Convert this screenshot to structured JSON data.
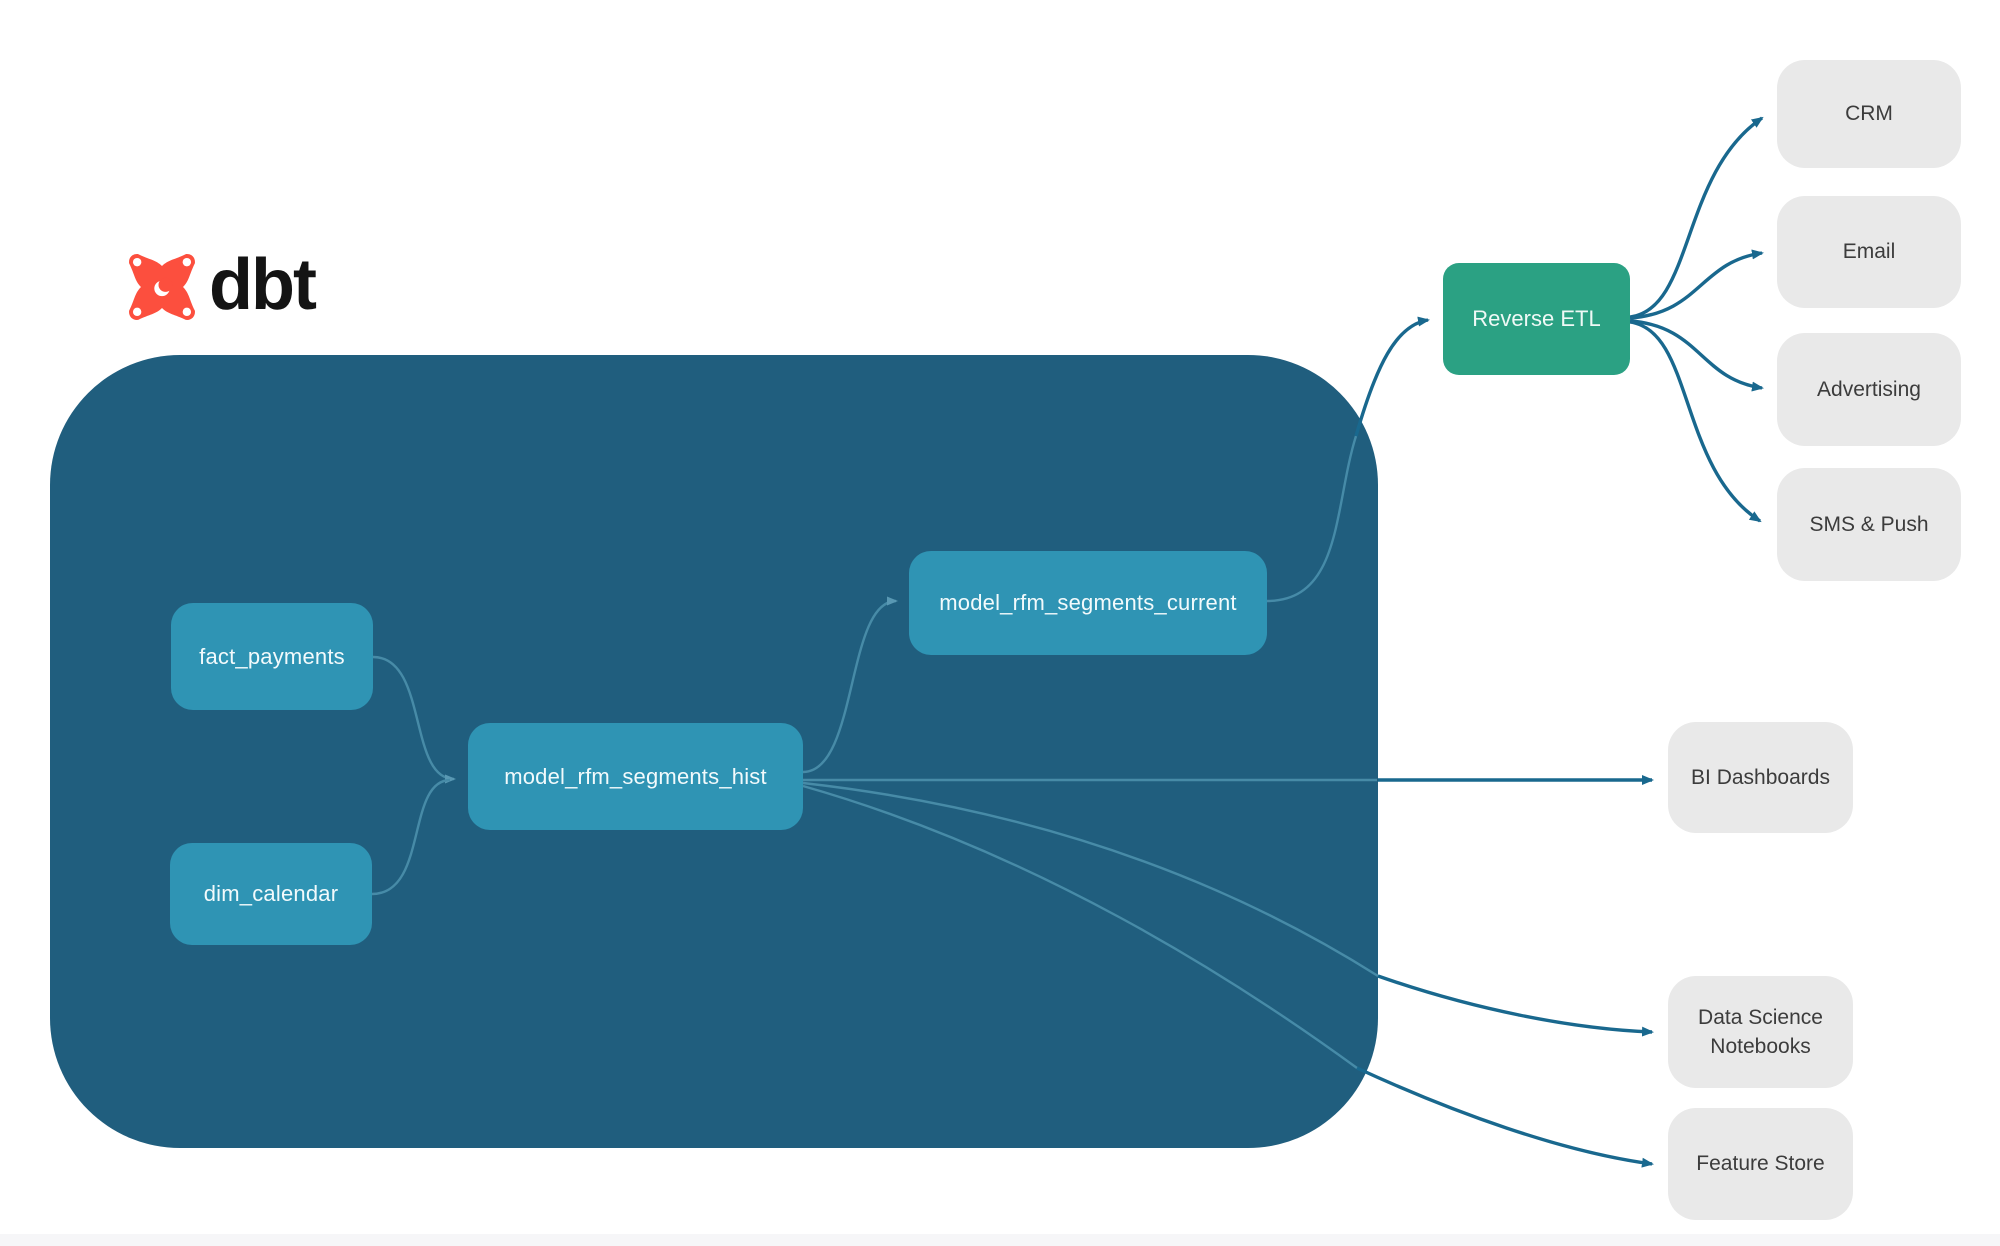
{
  "logo": {
    "text": "dbt",
    "icon": "dbt-star-icon",
    "orange": "#FC4F3E"
  },
  "colors": {
    "warehouse_bg": "#205E7E",
    "model_node": "#2F94B4",
    "reverse_etl_node": "#2BA183",
    "destination_node": "#E9E9E9",
    "arrow": "#19688E",
    "inner_arrow": "#4E93AF"
  },
  "nodes": {
    "fact_payments": {
      "label": "fact_payments"
    },
    "dim_calendar": {
      "label": "dim_calendar"
    },
    "model_rfm_segments_hist": {
      "label": "model_rfm_segments_hist"
    },
    "model_rfm_segments_current": {
      "label": "model_rfm_segments_current"
    },
    "reverse_etl": {
      "label": "Reverse ETL"
    },
    "crm": {
      "label": "CRM"
    },
    "email": {
      "label": "Email"
    },
    "advertising": {
      "label": "Advertising"
    },
    "sms_push": {
      "label": "SMS & Push"
    },
    "bi_dashboards": {
      "label": "BI Dashboards"
    },
    "data_science_notebooks": {
      "label": "Data Science Notebooks"
    },
    "feature_store": {
      "label": "Feature Store"
    }
  },
  "edges": [
    {
      "from": "fact_payments",
      "to": "model_rfm_segments_hist"
    },
    {
      "from": "dim_calendar",
      "to": "model_rfm_segments_hist"
    },
    {
      "from": "model_rfm_segments_hist",
      "to": "model_rfm_segments_current"
    },
    {
      "from": "model_rfm_segments_hist",
      "to": "bi_dashboards"
    },
    {
      "from": "model_rfm_segments_hist",
      "to": "data_science_notebooks"
    },
    {
      "from": "model_rfm_segments_hist",
      "to": "feature_store"
    },
    {
      "from": "model_rfm_segments_current",
      "to": "reverse_etl"
    },
    {
      "from": "reverse_etl",
      "to": "crm"
    },
    {
      "from": "reverse_etl",
      "to": "email"
    },
    {
      "from": "reverse_etl",
      "to": "advertising"
    },
    {
      "from": "reverse_etl",
      "to": "sms_push"
    }
  ]
}
